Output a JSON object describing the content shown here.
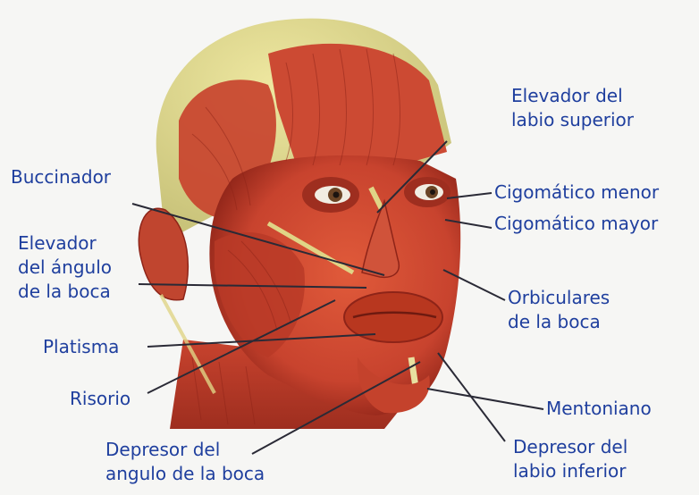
{
  "colors": {
    "label_text": "#1f3f9e",
    "leader_line": "#2a2a36",
    "muscle": "#c8432e",
    "muscle_dark": "#8e2418",
    "tendon": "#e0d486",
    "background": "#f6f6f4"
  },
  "labels": {
    "elevador_labio_superior": [
      "Elevador del",
      "labio superior"
    ],
    "buccinador": [
      "Buccinador"
    ],
    "cigomatico_menor": [
      "Cigomático menor"
    ],
    "cigomatico_mayor": [
      "Cigomático mayor"
    ],
    "elevador_angulo_boca": [
      "Elevador",
      "del ángulo",
      "de la boca"
    ],
    "orbiculares_boca": [
      "Orbiculares",
      "de la boca"
    ],
    "platisma": [
      "Platisma"
    ],
    "risorio": [
      "Risorio"
    ],
    "mentoniano": [
      "Mentoniano"
    ],
    "depresor_angulo_boca": [
      "Depresor del",
      "angulo de la boca"
    ],
    "depresor_labio_inferior": [
      "Depresor del",
      "labio inferior"
    ]
  },
  "illustration": {
    "subject": "head-muscle-anatomy"
  }
}
